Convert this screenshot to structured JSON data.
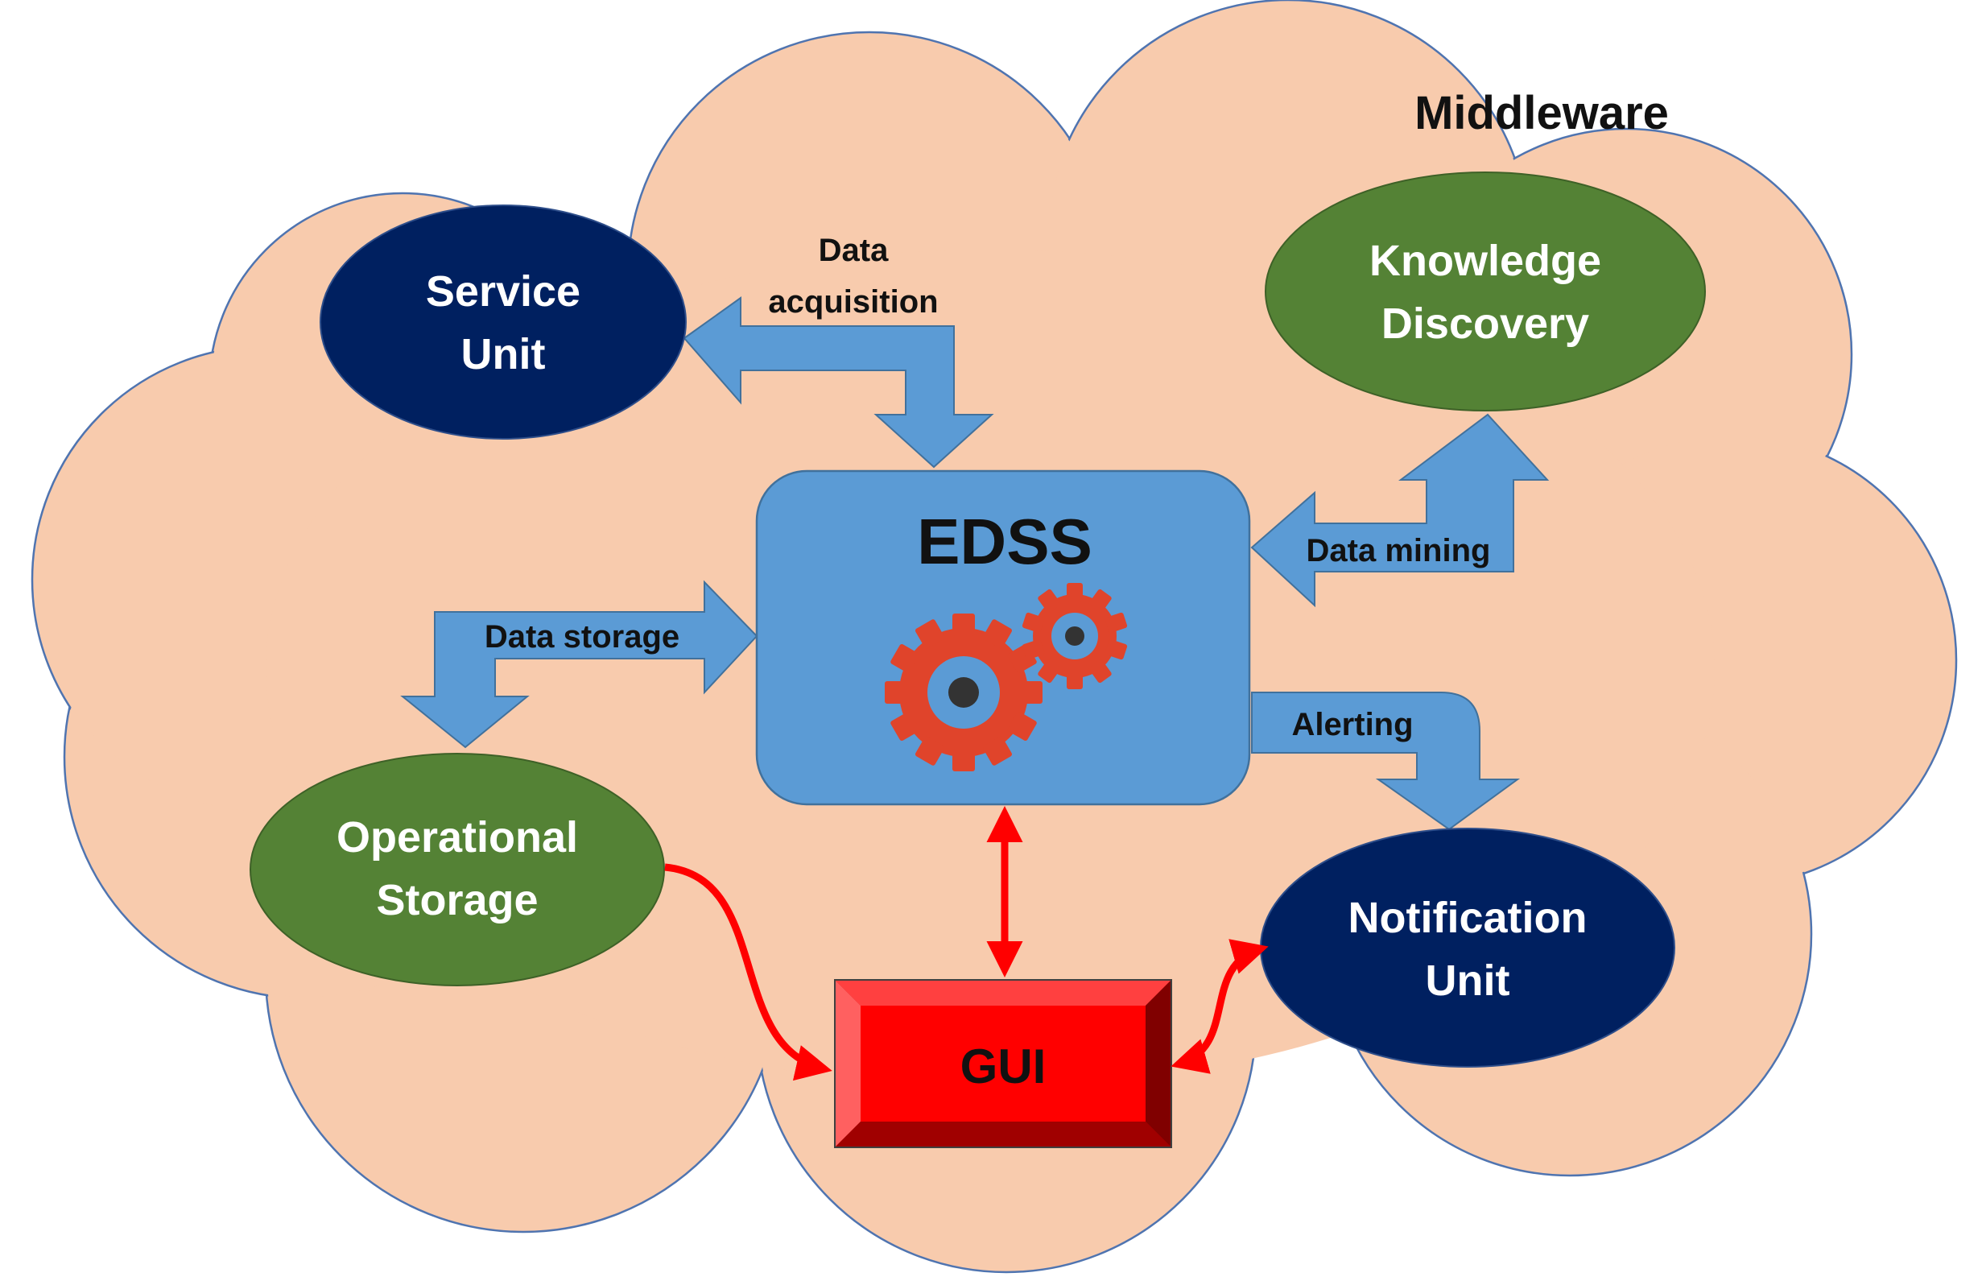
{
  "title": "Middleware",
  "center": {
    "label": "EDSS"
  },
  "nodes": {
    "service_unit": [
      "Service",
      "Unit"
    ],
    "knowledge_discovery": [
      "Knowledge",
      "Discovery"
    ],
    "operational_storage": [
      "Operational",
      "Storage"
    ],
    "notification_unit": [
      "Notification",
      "Unit"
    ],
    "gui": "GUI"
  },
  "flows": {
    "data_acquisition": [
      "Data",
      "acquisition"
    ],
    "data_mining": "Data mining",
    "data_storage": "Data storage",
    "alerting": "Alerting"
  },
  "colors": {
    "cloud_fill": "#F8CBAD",
    "cloud_stroke": "#5B7DB8",
    "navy": "#002060",
    "green": "#548235",
    "blue": "#5B9BD5",
    "gear": "#E0442B",
    "gui_red": "#FF0000",
    "link_red": "#FF0000"
  }
}
